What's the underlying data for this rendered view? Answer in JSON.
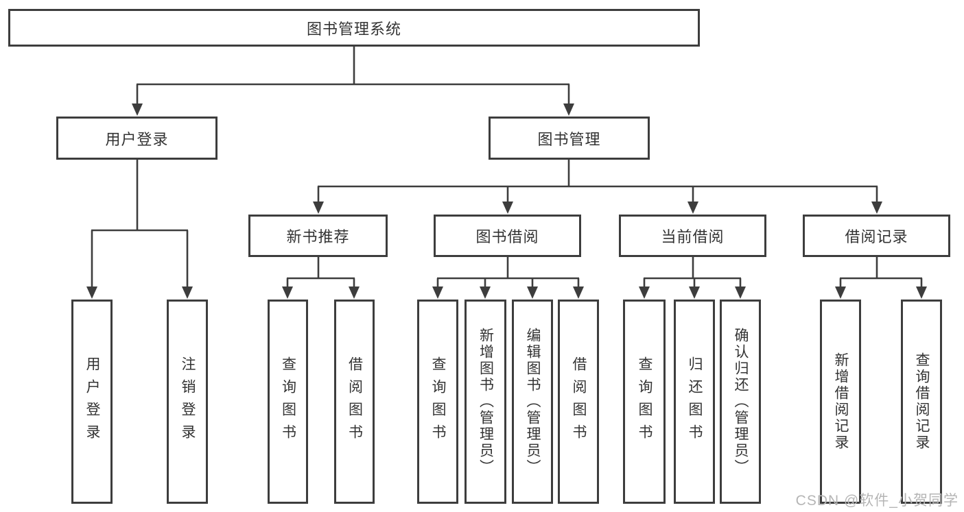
{
  "title": "图书管理系统",
  "level2": [
    {
      "label": "用户登录"
    },
    {
      "label": "图书管理"
    }
  ],
  "level3": [
    {
      "label": "新书推荐"
    },
    {
      "label": "图书借阅"
    },
    {
      "label": "当前借阅"
    },
    {
      "label": "借阅记录"
    }
  ],
  "leaves": [
    {
      "label": "用户登录"
    },
    {
      "label": "注销登录"
    },
    {
      "label": "查询图书"
    },
    {
      "label": "借阅图书"
    },
    {
      "label": "查询图书"
    },
    {
      "label": "新增图书（管理员）"
    },
    {
      "label": "编辑图书（管理员）"
    },
    {
      "label": "借阅图书"
    },
    {
      "label": "查询图书"
    },
    {
      "label": "归还图书"
    },
    {
      "label": "确认归还（管理员）"
    },
    {
      "label": "新增借阅记录"
    },
    {
      "label": "查询借阅记录"
    }
  ],
  "watermark": "CSDN @软件_小贺同学",
  "colors": {
    "line": "#3d3d3d",
    "text": "#333333",
    "watermark": "#b5b5b5",
    "background": "#ffffff"
  }
}
